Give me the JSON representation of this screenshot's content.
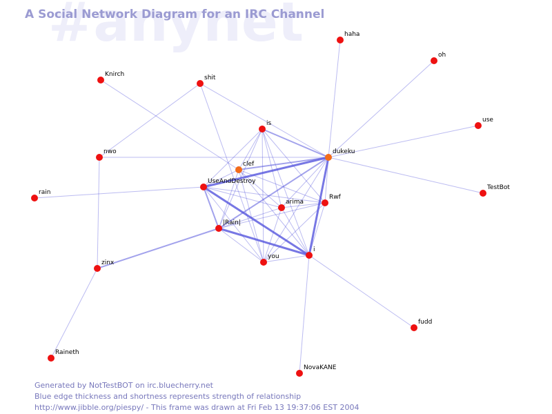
{
  "watermark": "#anynet",
  "title": "A Social Network Diagram for an IRC Channel",
  "footer": {
    "line1": "Generated by NotTestBOT on irc.bluecherry.net",
    "line2": "Blue edge thickness and shortness represents strength of relationship",
    "line3": "http://www.jibble.org/piespy/ - This frame was drawn at Fri Feb 13 19:37:06 EST 2004"
  },
  "colors": {
    "node": "#ee1111",
    "node_active": "#f36b1a",
    "edge": "#5555dd",
    "title": "#9b9bd2",
    "watermark": "#eeeefa",
    "footer": "#7777bb"
  },
  "nodes": [
    {
      "id": "haha",
      "label": "haha"
    },
    {
      "id": "oh",
      "label": "oh"
    },
    {
      "id": "Knirch",
      "label": "Knirch"
    },
    {
      "id": "shit",
      "label": "shit"
    },
    {
      "id": "is",
      "label": "is"
    },
    {
      "id": "use",
      "label": "use"
    },
    {
      "id": "nwo",
      "label": "nwo"
    },
    {
      "id": "dukeku",
      "label": "dukeku",
      "active": true
    },
    {
      "id": "clef",
      "label": "clef",
      "active": true
    },
    {
      "id": "UseAndDestroy",
      "label": "UseAndDestroy"
    },
    {
      "id": "TestBot",
      "label": "TestBot"
    },
    {
      "id": "rain",
      "label": "rain"
    },
    {
      "id": "Rwf",
      "label": "Rwf"
    },
    {
      "id": "arima",
      "label": "arima"
    },
    {
      "id": "Rain",
      "label": "|Rain|"
    },
    {
      "id": "i",
      "label": "i"
    },
    {
      "id": "you",
      "label": "you"
    },
    {
      "id": "zinx",
      "label": "zinx"
    },
    {
      "id": "fudd",
      "label": "fudd"
    },
    {
      "id": "Raineth",
      "label": "Raineth"
    },
    {
      "id": "NovaKANE",
      "label": "NovaKANE"
    }
  ],
  "edges": [
    {
      "source": "haha",
      "target": "dukeku",
      "weight": 1
    },
    {
      "source": "oh",
      "target": "dukeku",
      "weight": 1
    },
    {
      "source": "use",
      "target": "dukeku",
      "weight": 1
    },
    {
      "source": "TestBot",
      "target": "dukeku",
      "weight": 1
    },
    {
      "source": "Knirch",
      "target": "clef",
      "weight": 1
    },
    {
      "source": "shit",
      "target": "nwo",
      "weight": 1
    },
    {
      "source": "shit",
      "target": "dukeku",
      "weight": 1
    },
    {
      "source": "shit",
      "target": "you",
      "weight": 1
    },
    {
      "source": "nwo",
      "target": "dukeku",
      "weight": 1
    },
    {
      "source": "nwo",
      "target": "zinx",
      "weight": 1
    },
    {
      "source": "rain",
      "target": "UseAndDestroy",
      "weight": 1
    },
    {
      "source": "zinx",
      "target": "Raineth",
      "weight": 1
    },
    {
      "source": "zinx",
      "target": "Rain",
      "weight": 2
    },
    {
      "source": "i",
      "target": "fudd",
      "weight": 1
    },
    {
      "source": "i",
      "target": "NovaKANE",
      "weight": 1
    },
    {
      "source": "is",
      "target": "dukeku",
      "weight": 2
    },
    {
      "source": "is",
      "target": "clef",
      "weight": 1
    },
    {
      "source": "is",
      "target": "UseAndDestroy",
      "weight": 1
    },
    {
      "source": "is",
      "target": "Rwf",
      "weight": 1
    },
    {
      "source": "is",
      "target": "i",
      "weight": 1
    },
    {
      "source": "is",
      "target": "you",
      "weight": 1
    },
    {
      "source": "is",
      "target": "Rain",
      "weight": 1
    },
    {
      "source": "is",
      "target": "arima",
      "weight": 1
    },
    {
      "source": "dukeku",
      "target": "clef",
      "weight": 2
    },
    {
      "source": "dukeku",
      "target": "UseAndDestroy",
      "weight": 3
    },
    {
      "source": "dukeku",
      "target": "Rwf",
      "weight": 1
    },
    {
      "source": "dukeku",
      "target": "i",
      "weight": 3
    },
    {
      "source": "dukeku",
      "target": "Rain",
      "weight": 2
    },
    {
      "source": "dukeku",
      "target": "arima",
      "weight": 1
    },
    {
      "source": "dukeku",
      "target": "you",
      "weight": 1
    },
    {
      "source": "clef",
      "target": "UseAndDestroy",
      "weight": 1
    },
    {
      "source": "clef",
      "target": "Rain",
      "weight": 1
    },
    {
      "source": "clef",
      "target": "i",
      "weight": 1
    },
    {
      "source": "clef",
      "target": "arima",
      "weight": 1
    },
    {
      "source": "clef",
      "target": "Rwf",
      "weight": 1
    },
    {
      "source": "clef",
      "target": "you",
      "weight": 1
    },
    {
      "source": "UseAndDestroy",
      "target": "Rain",
      "weight": 2
    },
    {
      "source": "UseAndDestroy",
      "target": "i",
      "weight": 3
    },
    {
      "source": "UseAndDestroy",
      "target": "you",
      "weight": 1
    },
    {
      "source": "UseAndDestroy",
      "target": "arima",
      "weight": 1
    },
    {
      "source": "UseAndDestroy",
      "target": "Rwf",
      "weight": 1
    },
    {
      "source": "Rain",
      "target": "i",
      "weight": 3
    },
    {
      "source": "Rain",
      "target": "Rwf",
      "weight": 1
    },
    {
      "source": "Rain",
      "target": "you",
      "weight": 1
    },
    {
      "source": "Rain",
      "target": "arima",
      "weight": 1
    },
    {
      "source": "Rwf",
      "target": "i",
      "weight": 1
    },
    {
      "source": "Rwf",
      "target": "you",
      "weight": 1
    },
    {
      "source": "Rwf",
      "target": "arima",
      "weight": 1
    },
    {
      "source": "arima",
      "target": "i",
      "weight": 1
    },
    {
      "source": "arima",
      "target": "you",
      "weight": 1
    },
    {
      "source": "i",
      "target": "you",
      "weight": 1
    }
  ]
}
